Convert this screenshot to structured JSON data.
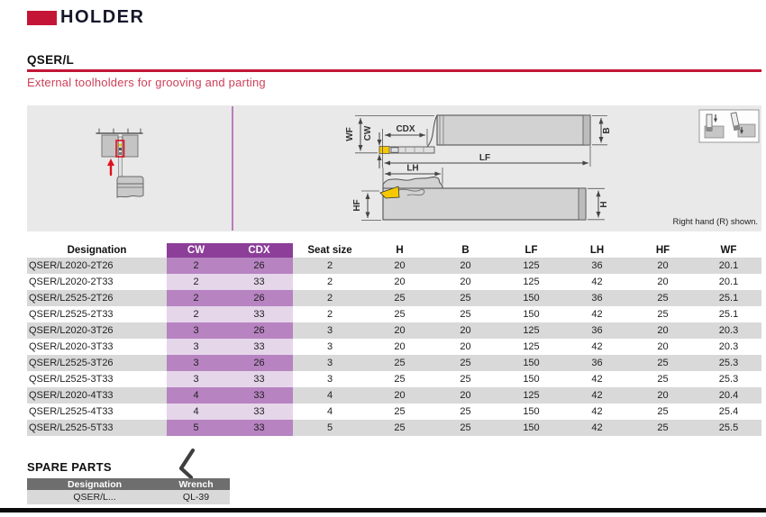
{
  "brand": {
    "name": "HOLDER"
  },
  "section": {
    "title": "QSER/L",
    "subtitle": "External toolholders for grooving and parting"
  },
  "diagram": {
    "note": "Right hand (R) shown.",
    "labels": {
      "wf": "WF",
      "cw": "CW",
      "cdx": "CDX",
      "lf": "LF",
      "lh": "LH",
      "hf": "HF",
      "b": "B",
      "h": "H"
    }
  },
  "table": {
    "headers": [
      "Designation",
      "CW",
      "CDX",
      "Seat size",
      "H",
      "B",
      "LF",
      "LH",
      "HF",
      "WF"
    ],
    "rows": [
      [
        "QSER/L2020-2T26",
        "2",
        "26",
        "2",
        "20",
        "20",
        "125",
        "36",
        "20",
        "20.1"
      ],
      [
        "QSER/L2020-2T33",
        "2",
        "33",
        "2",
        "20",
        "20",
        "125",
        "42",
        "20",
        "20.1"
      ],
      [
        "QSER/L2525-2T26",
        "2",
        "26",
        "2",
        "25",
        "25",
        "150",
        "36",
        "25",
        "25.1"
      ],
      [
        "QSER/L2525-2T33",
        "2",
        "33",
        "2",
        "25",
        "25",
        "150",
        "42",
        "25",
        "25.1"
      ],
      [
        "QSER/L2020-3T26",
        "3",
        "26",
        "3",
        "20",
        "20",
        "125",
        "36",
        "20",
        "20.3"
      ],
      [
        "QSER/L2020-3T33",
        "3",
        "33",
        "3",
        "20",
        "20",
        "125",
        "42",
        "20",
        "20.3"
      ],
      [
        "QSER/L2525-3T26",
        "3",
        "26",
        "3",
        "25",
        "25",
        "150",
        "36",
        "25",
        "25.3"
      ],
      [
        "QSER/L2525-3T33",
        "3",
        "33",
        "3",
        "25",
        "25",
        "150",
        "42",
        "25",
        "25.3"
      ],
      [
        "QSER/L2020-4T33",
        "4",
        "33",
        "4",
        "20",
        "20",
        "125",
        "42",
        "20",
        "20.4"
      ],
      [
        "QSER/L2525-4T33",
        "4",
        "33",
        "4",
        "25",
        "25",
        "150",
        "42",
        "25",
        "25.4"
      ],
      [
        "QSER/L2525-5T33",
        "5",
        "33",
        "5",
        "25",
        "25",
        "150",
        "42",
        "25",
        "25.5"
      ]
    ]
  },
  "spare_parts": {
    "title": "SPARE PARTS",
    "headers": [
      "Designation",
      "Wrench"
    ],
    "rows": [
      [
        "QSER/L...",
        "QL-39"
      ]
    ]
  },
  "colors": {
    "accent_red": "#C41536",
    "subtitle_red": "#CE4058",
    "purple_header": "#8C3E99",
    "purple_row_dark": "#B783C1",
    "purple_row_light": "#E5D6EA",
    "row_gray": "#D9D9D9",
    "panel_gray": "#E9E9E9",
    "divider_purple": "#A44FA8",
    "insert_yellow": "#F5C800",
    "spare_header_gray": "#6E6E6E"
  }
}
